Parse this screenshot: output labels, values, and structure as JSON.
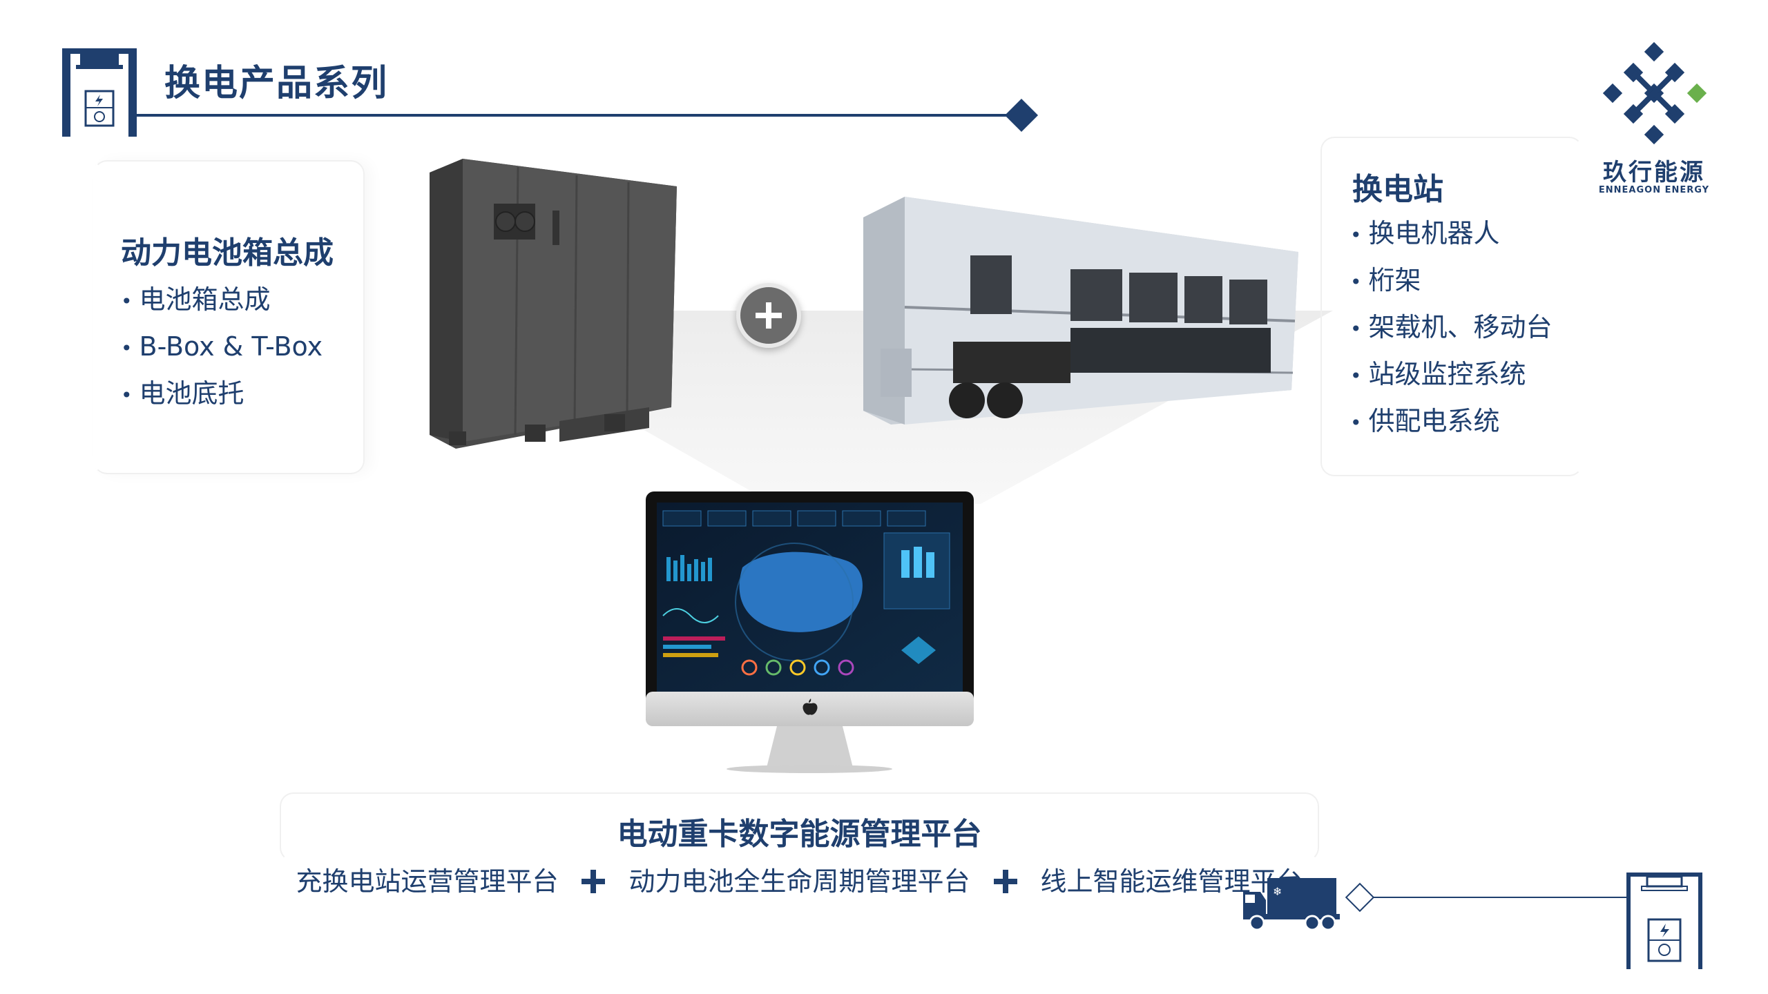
{
  "header": {
    "title": "换电产品系列"
  },
  "logo": {
    "name_cn": "玖行能源",
    "name_en": "ENNEAGON ENERGY"
  },
  "left_panel": {
    "title": "动力电池箱总成",
    "items": [
      "电池箱总成",
      "B-Box & T-Box",
      "电池底托"
    ]
  },
  "right_panel": {
    "title": "换电站",
    "items": [
      "换电机器人",
      "桁架",
      "架载机、移动台",
      "站级监控系统",
      "供配电系统"
    ]
  },
  "platform": {
    "title": "电动重卡数字能源管理平台",
    "items": [
      "充换电站运营管理平台",
      "动力电池全生命周期管理平台",
      "线上智能运维管理平台"
    ]
  },
  "colors": {
    "brand_navy": "#1f3f6e",
    "accent_green": "#6ab04c",
    "plus_gray": "#6b6b6b"
  },
  "icons": [
    "battery-swap-frame-icon",
    "plus-icon",
    "truck-icon",
    "diamond-icon",
    "apple-logo-icon"
  ]
}
